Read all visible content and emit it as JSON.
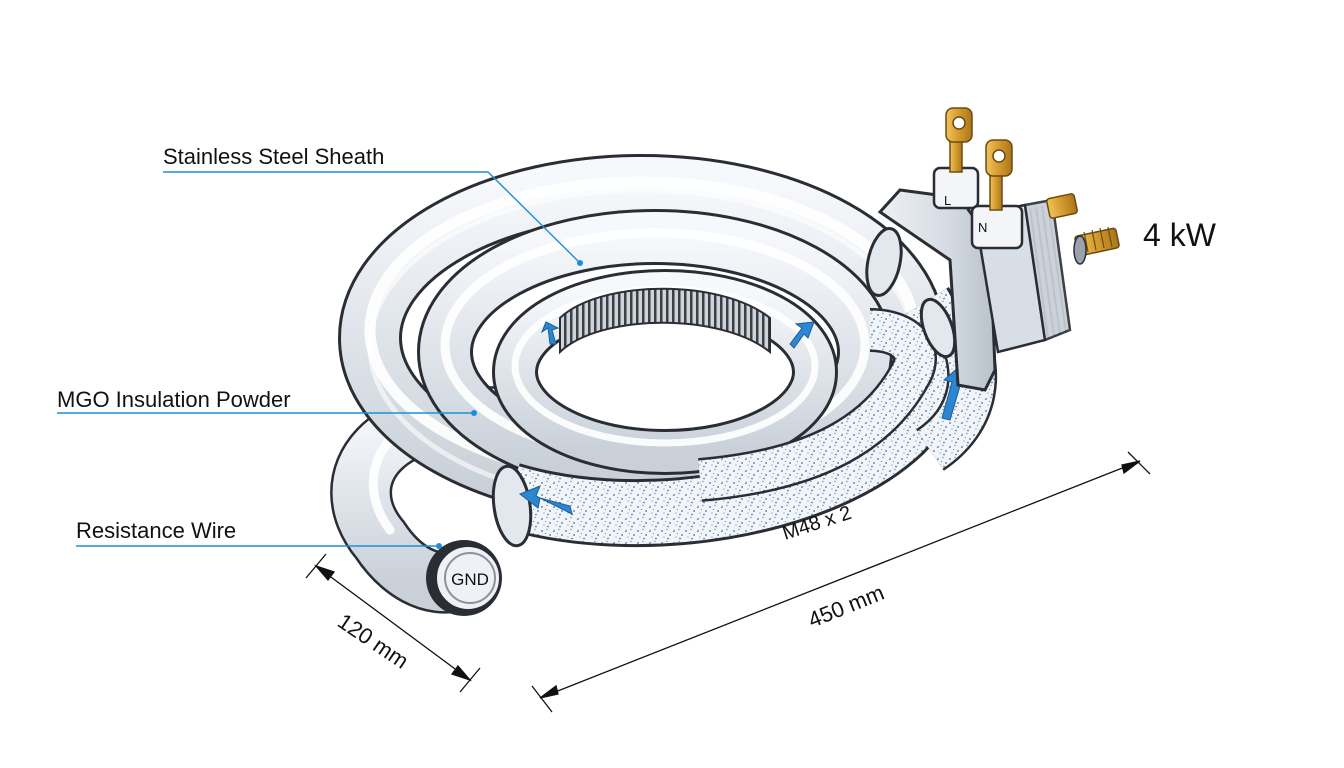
{
  "labels": {
    "sheath": "Stainless Steel Sheath",
    "insulation": "MGO Insulation Powder",
    "wire": "Resistance Wire"
  },
  "specs": {
    "power": "4 kW",
    "thread": "M48 x 2",
    "length": "450 mm",
    "width": "120 mm",
    "ground": "GND"
  },
  "terminals": {
    "live": "L",
    "neutral": "N"
  },
  "colors": {
    "leader": "#1d8fd6",
    "steel": "#e7ebf0",
    "outline": "#2a2d33",
    "powder_dots": "#3a6fb0",
    "brass": "#d9a63a",
    "arrow": "#2f86d0"
  },
  "icons": {
    "flow": "flow-arrow-icon",
    "terminal": "spade-terminal-icon"
  }
}
